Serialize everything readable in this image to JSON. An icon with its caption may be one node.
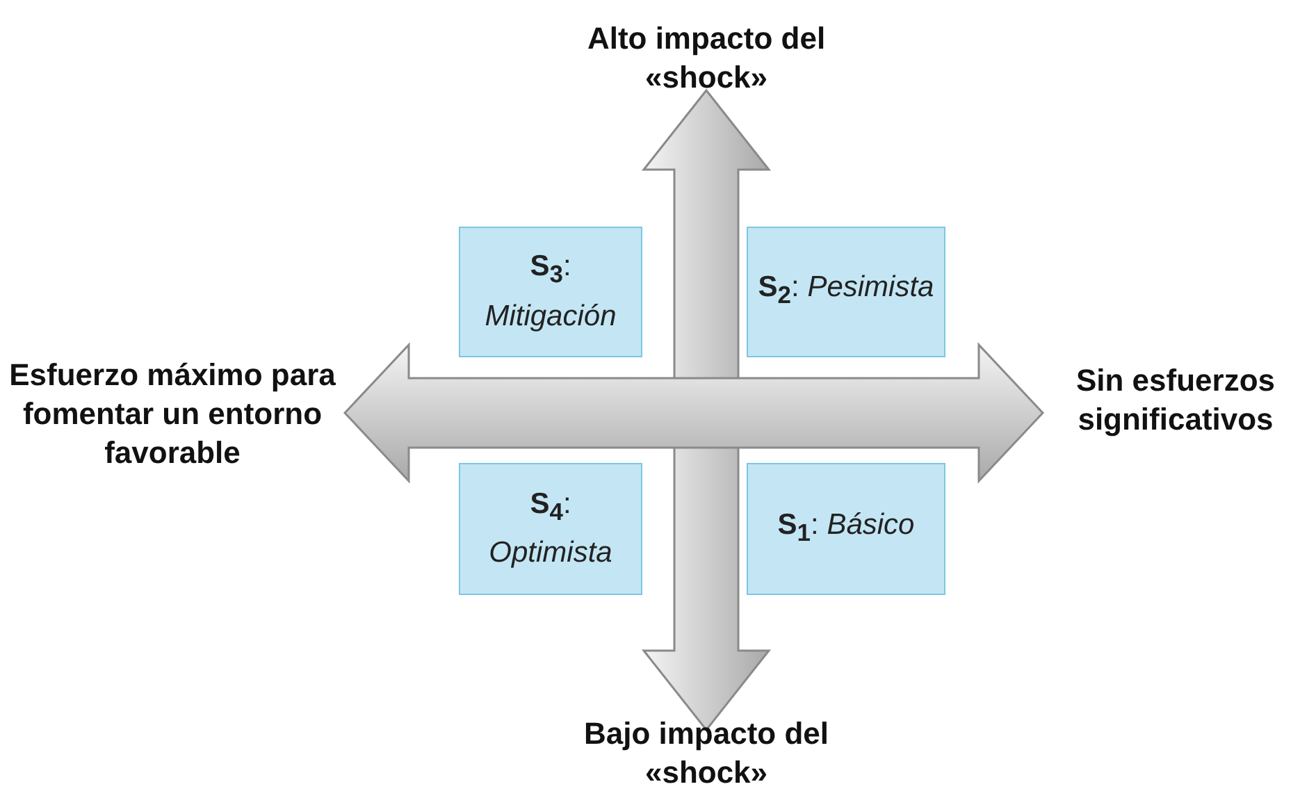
{
  "diagram": {
    "nodes": [
      {
        "text": [
          "**S$_{3}$**: *Mitigación*"
        ]
      },
      {
        "text": [
          "**S$_{2}$**: *Pesimista*"
        ]
      },
      {
        "text": [
          "**S$_{4}$**: *Optimista*"
        ]
      },
      {
        "text": [
          "**S$_{1}$**: *Básico*"
        ]
      }
    ],
    "edges": [],
    "labels": [
      "Alto impacto del «shock»",
      "Esfuerzo máximo para fomentar un entorno favorable",
      "Sin esfuerzos significativos",
      "Bajo impacto del «shock»"
    ]
  }
}
